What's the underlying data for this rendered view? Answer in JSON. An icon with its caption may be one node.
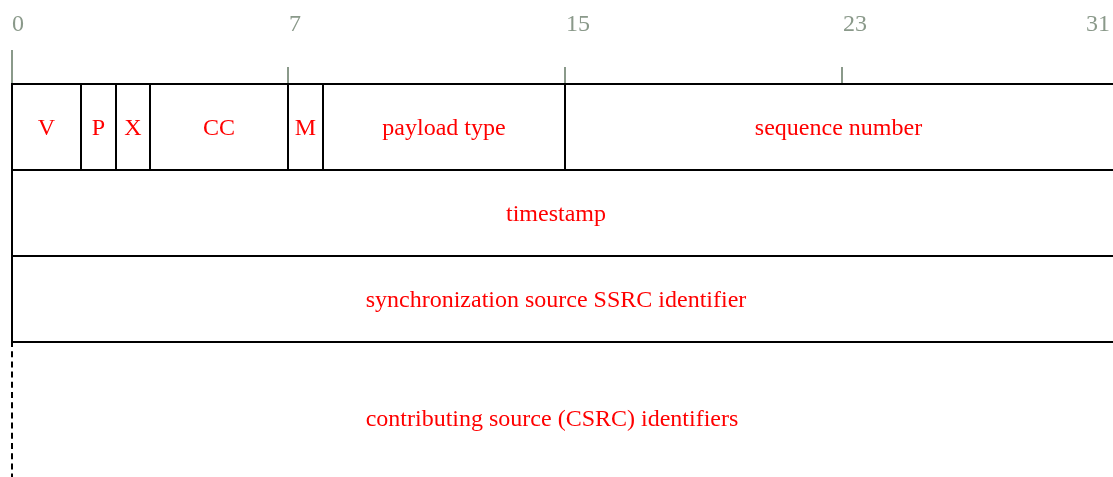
{
  "diagram": {
    "nodes": [
      {
        "text": [
          "V"
        ]
      },
      {
        "text": [
          "P"
        ]
      },
      {
        "text": [
          "X"
        ]
      },
      {
        "text": [
          "CC"
        ]
      },
      {
        "text": [
          "M"
        ]
      },
      {
        "text": [
          "payload type"
        ]
      },
      {
        "text": [
          "sequence number"
        ]
      },
      {
        "text": [
          "timestamp"
        ]
      },
      {
        "text": [
          "synchronization source SSRC identifier"
        ]
      },
      {
        "text": [
          "contributing source (CSRC) identifiers"
        ]
      }
    ],
    "edges": [],
    "labels": [
      "0",
      "7",
      "15",
      "23",
      "31"
    ]
  }
}
